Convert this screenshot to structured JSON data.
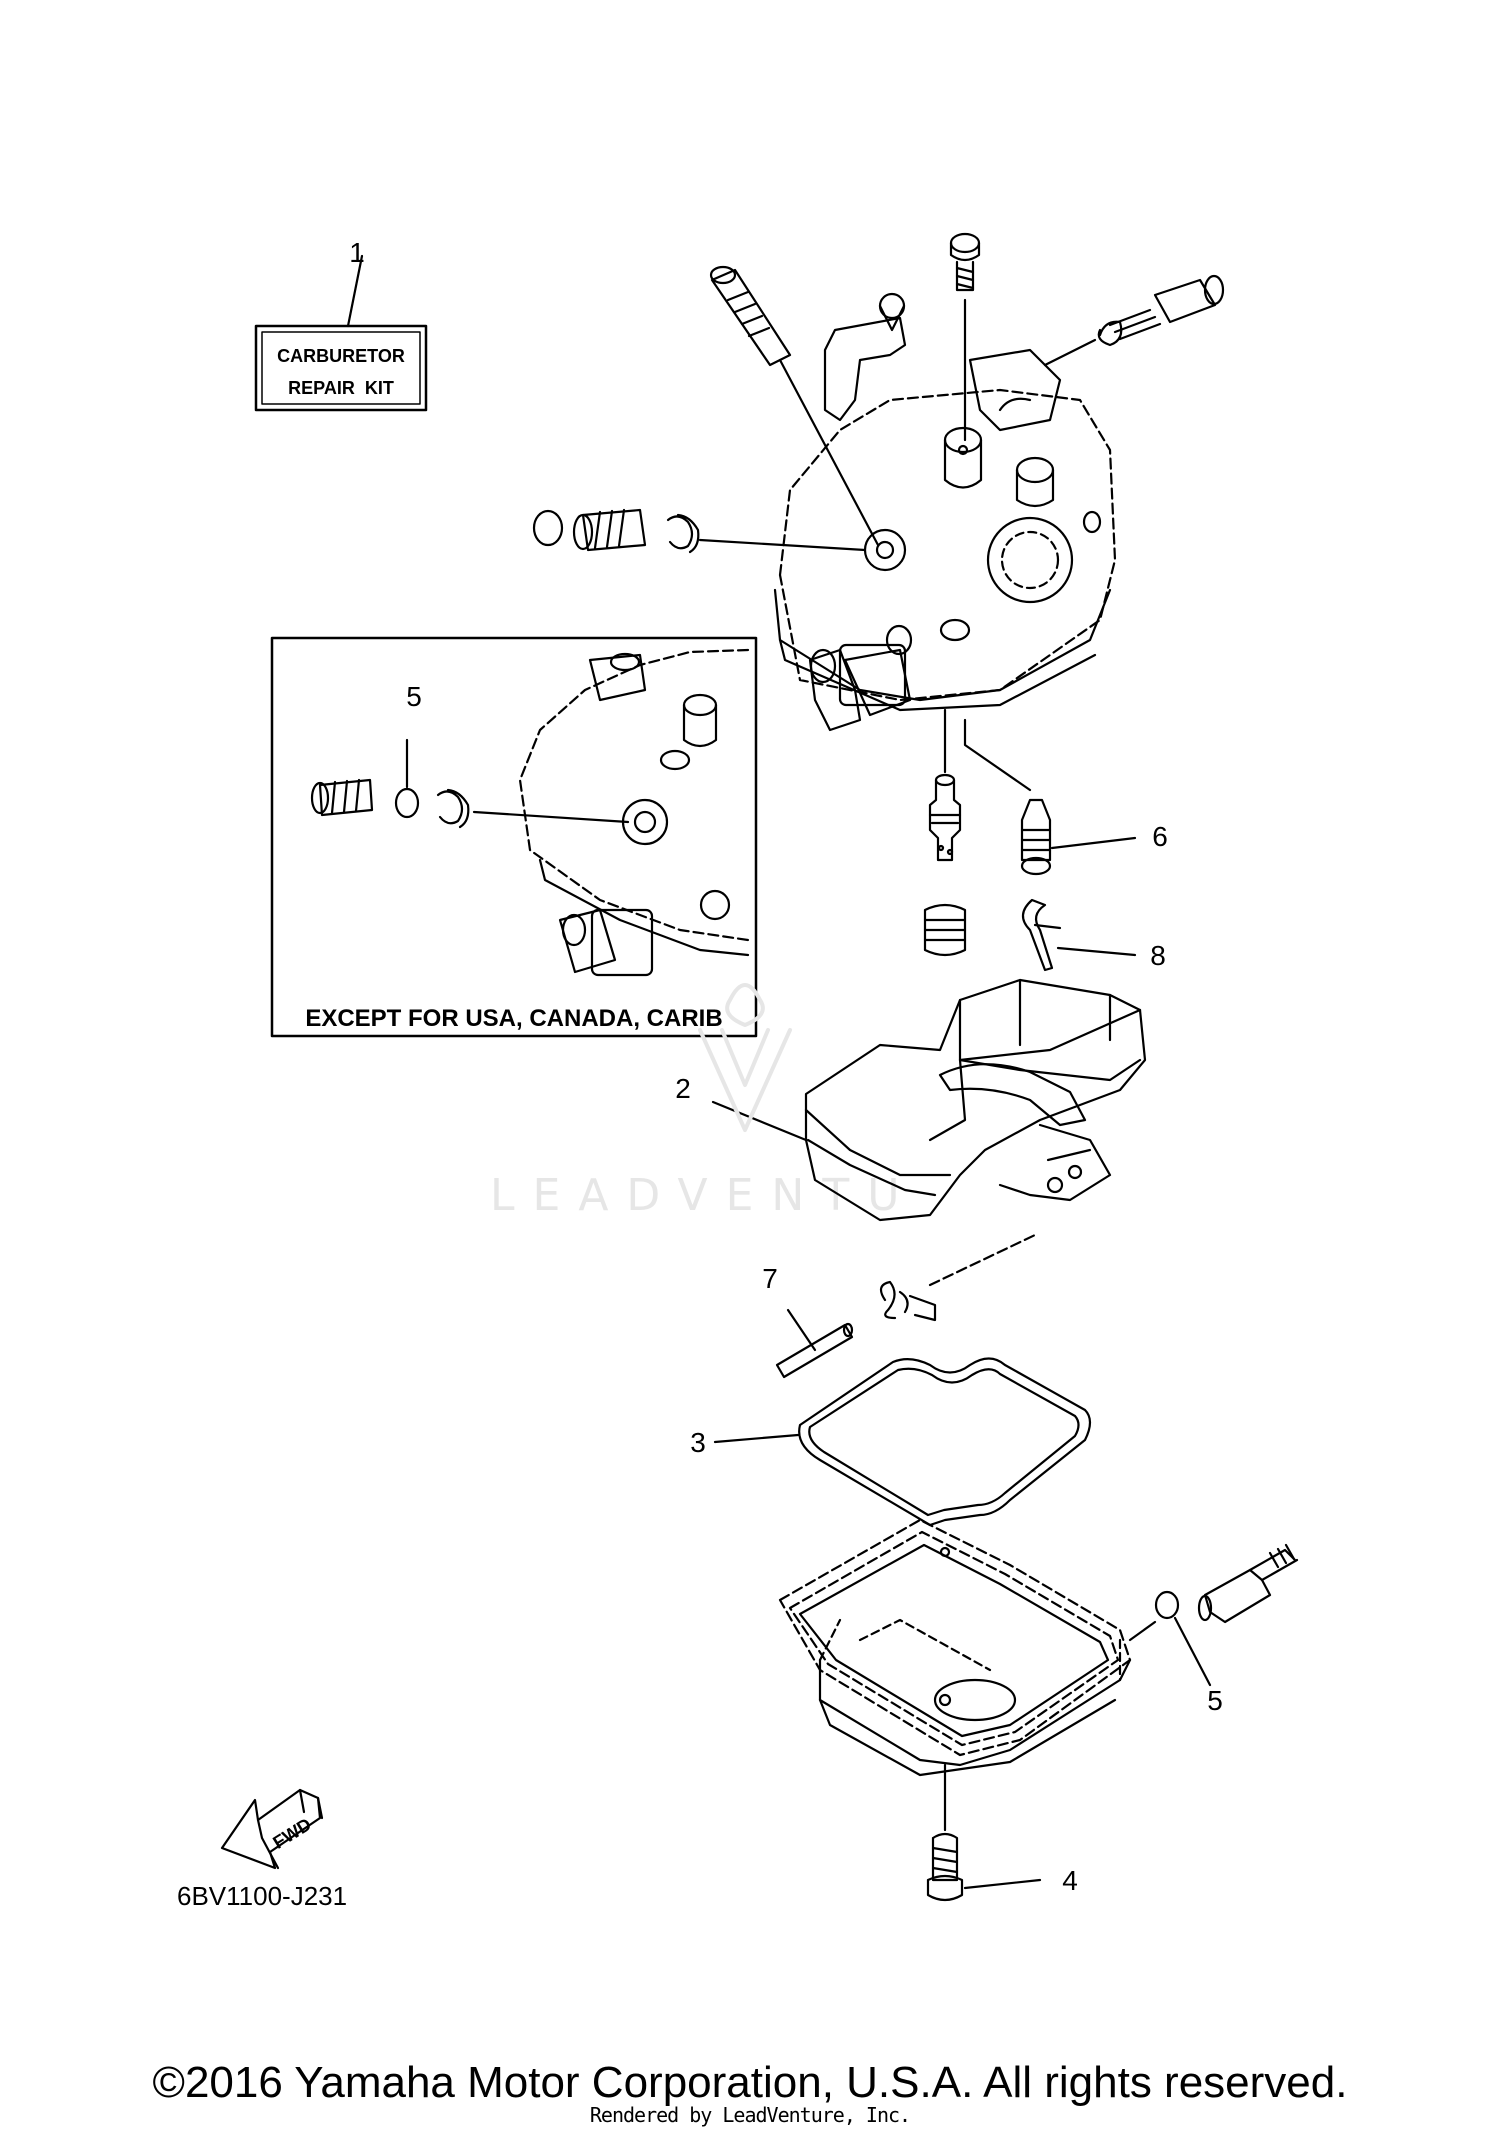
{
  "diagram": {
    "callouts": [
      {
        "id": "1",
        "label": "1"
      },
      {
        "id": "2",
        "label": "2"
      },
      {
        "id": "3",
        "label": "3"
      },
      {
        "id": "4",
        "label": "4"
      },
      {
        "id": "5a",
        "label": "5"
      },
      {
        "id": "5b",
        "label": "5"
      },
      {
        "id": "6",
        "label": "6"
      },
      {
        "id": "7",
        "label": "7"
      },
      {
        "id": "8",
        "label": "8"
      }
    ],
    "repair_kit_label": {
      "line1": "CARBURETOR",
      "line2": "REPAIR  KIT"
    },
    "inset_caption": "EXCEPT FOR USA, CANADA, CARIB",
    "fwd_label": "FWD",
    "diagram_code": "6BV1100-J231"
  },
  "watermark": "LEADVENTU",
  "footer": {
    "copyright": "©2016 Yamaha Motor Corporation, U.S.A. All rights reserved.",
    "rendered_by": "Rendered by LeadVenture, Inc."
  },
  "colors": {
    "line": "#000000",
    "watermark": "#e6e6e6"
  }
}
